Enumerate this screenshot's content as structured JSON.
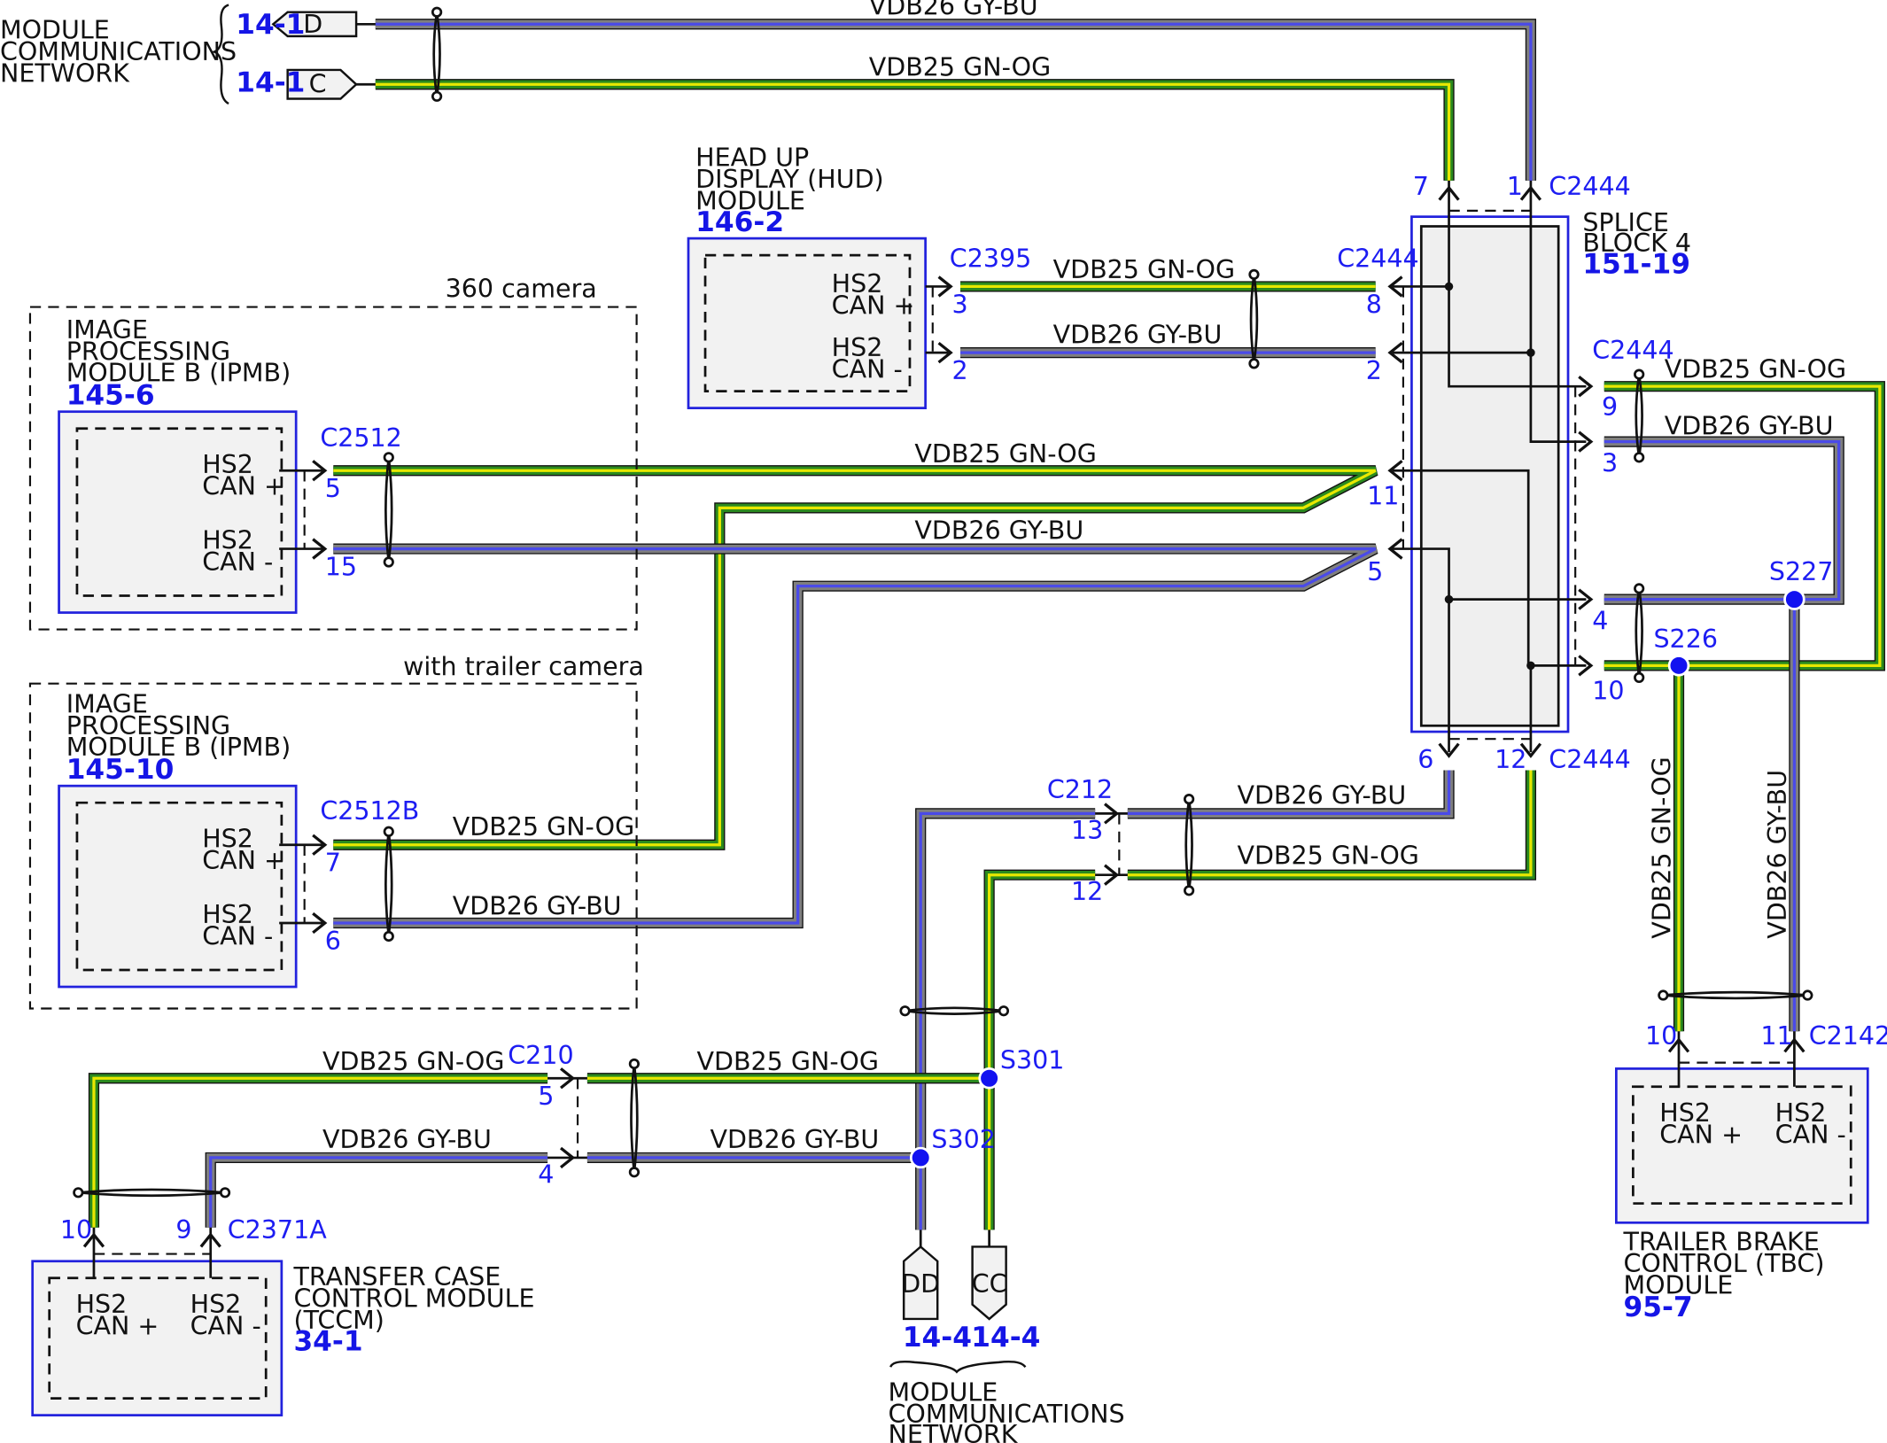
{
  "wire_colors": {
    "gn_og_outer": "#2b8a1e",
    "gn_og_inner": "#e8e800",
    "gy_bu_outer": "#7f7f7f",
    "gy_bu_inner": "#4a4ae8",
    "splice_dot": "#1212f0"
  },
  "mcn_top": {
    "label_line1": "MODULE",
    "label_line2": "COMMUNICATIONS",
    "label_line3": "NETWORK",
    "ref_d": "14-1",
    "ref_c": "14-1",
    "conn_d": "D",
    "conn_c": "C"
  },
  "wires": {
    "vdb26": "VDB26  GY-BU",
    "vdb25": "VDB25  GN-OG",
    "vdb26_short": "VDB26  GY-BU",
    "vdb25_vert": "VDB25  GN-OG",
    "vdb26_vert": "VDB26  GY-BU"
  },
  "hud": {
    "name_line1": "HEAD UP",
    "name_line2": "DISPLAY (HUD)",
    "name_line3": "MODULE",
    "ref": "146-2",
    "conn": "C2395",
    "pin_pos": "3",
    "pin_neg": "2",
    "can_pos_l1": "HS2",
    "can_pos_l2": "CAN +",
    "can_neg_l1": "HS2",
    "can_neg_l2": "CAN -"
  },
  "splice_block": {
    "name_line1": "SPLICE",
    "name_line2": "BLOCK 4",
    "ref": "151-19",
    "conn": "C2444",
    "pins": {
      "p1": "1",
      "p7": "7",
      "p8": "8",
      "p2": "2",
      "p9": "9",
      "p3": "3",
      "p11": "11",
      "p5": "5",
      "p4": "4",
      "p10": "10",
      "p6": "6",
      "p12": "12"
    }
  },
  "ipmb1": {
    "group_label": "360 camera",
    "name_line1": "IMAGE",
    "name_line2": "PROCESSING",
    "name_line3": "MODULE B (IPMB)",
    "ref": "145-6",
    "conn": "C2512",
    "pin_pos": "5",
    "pin_neg": "15",
    "can_pos_l1": "HS2",
    "can_pos_l2": "CAN +",
    "can_neg_l1": "HS2",
    "can_neg_l2": "CAN -"
  },
  "ipmb2": {
    "group_label": "with trailer camera",
    "name_line1": "IMAGE",
    "name_line2": "PROCESSING",
    "name_line3": "MODULE B (IPMB)",
    "ref": "145-10",
    "conn": "C2512B",
    "pin_pos": "7",
    "pin_neg": "6",
    "can_pos_l1": "HS2",
    "can_pos_l2": "CAN +",
    "can_neg_l1": "HS2",
    "can_neg_l2": "CAN -"
  },
  "splices": {
    "s227": "S227",
    "s226": "S226",
    "s301": "S301",
    "s302": "S302"
  },
  "c212": {
    "conn": "C212",
    "pin13": "13",
    "pin12": "12"
  },
  "c210": {
    "conn": "C210",
    "pin5": "5",
    "pin4": "4"
  },
  "tccm": {
    "name_line1": "TRANSFER CASE",
    "name_line2": "CONTROL MODULE",
    "name_line3": "(TCCM)",
    "ref": "34-1",
    "conn": "C2371A",
    "pin10": "10",
    "pin9": "9",
    "can_pos_l1": "HS2",
    "can_pos_l2": "CAN +",
    "can_neg_l1": "HS2",
    "can_neg_l2": "CAN -"
  },
  "tbc": {
    "name_line1": "TRAILER BRAKE",
    "name_line2": "CONTROL (TBC)",
    "name_line3": "MODULE",
    "ref": "95-7",
    "conn": "C2142",
    "pin10": "10",
    "pin11": "11",
    "can_pos_l1": "HS2",
    "can_pos_l2": "CAN +",
    "can_neg_l1": "HS2",
    "can_neg_l2": "CAN -"
  },
  "mcn_bottom": {
    "label_line1": "MODULE",
    "label_line2": "COMMUNICATIONS",
    "label_line3": "NETWORK",
    "ref_dd": "14-4",
    "ref_cc": "14-4",
    "conn_dd": "DD",
    "conn_cc": "CC"
  }
}
